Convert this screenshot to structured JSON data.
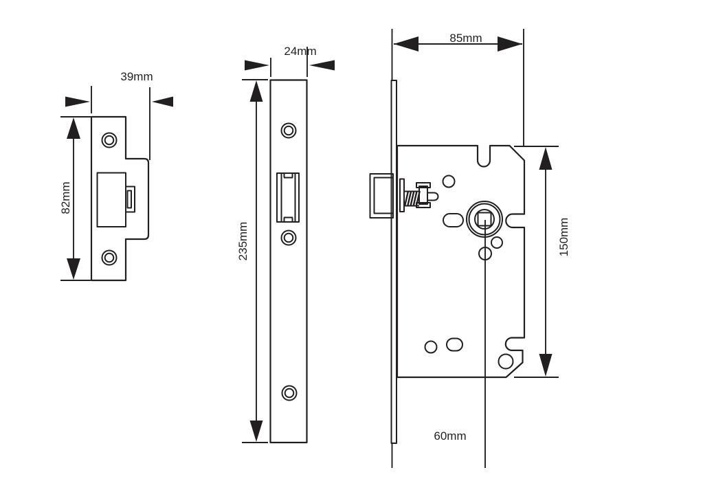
{
  "drawing": {
    "type": "technical-dimension-drawing",
    "subject": "mortice-latch-lock",
    "strike_plate_view": {
      "width": "39mm",
      "height": "82mm"
    },
    "faceplate_view": {
      "width": "24mm",
      "height": "235mm"
    },
    "lock_body_view": {
      "width": "85mm",
      "height": "150mm",
      "backset": "60mm"
    }
  },
  "colors": {
    "line": "#221f20",
    "background": "#ffffff"
  }
}
